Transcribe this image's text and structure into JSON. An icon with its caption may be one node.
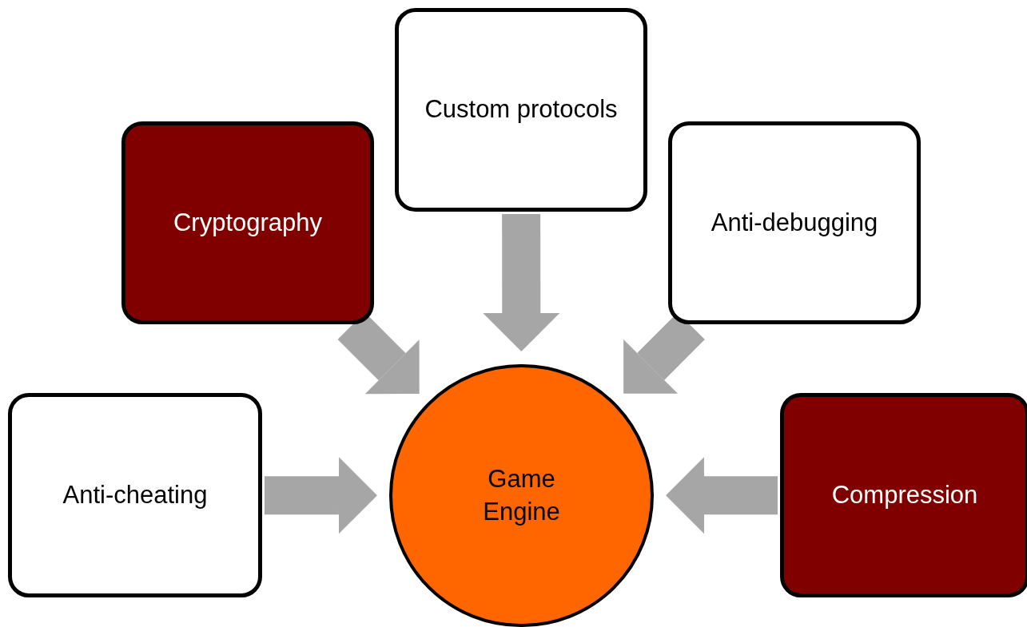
{
  "diagram": {
    "nodes": [
      {
        "text": [
          "Custom protocols"
        ]
      },
      {
        "text": [
          "Cryptography"
        ]
      },
      {
        "text": [
          "Anti-debugging"
        ]
      },
      {
        "text": [
          "Anti-cheating"
        ]
      },
      {
        "text": [
          "Compression"
        ]
      },
      {
        "text": [
          "Game Engine"
        ]
      }
    ],
    "edges": [
      {
        "from": 0,
        "to": 5,
        "arrow": "to"
      },
      {
        "from": 1,
        "to": 5,
        "arrow": "to"
      },
      {
        "from": 2,
        "to": 5,
        "arrow": "to"
      },
      {
        "from": 3,
        "to": 5,
        "arrow": "to"
      },
      {
        "from": 4,
        "to": 5,
        "arrow": "to"
      }
    ]
  }
}
